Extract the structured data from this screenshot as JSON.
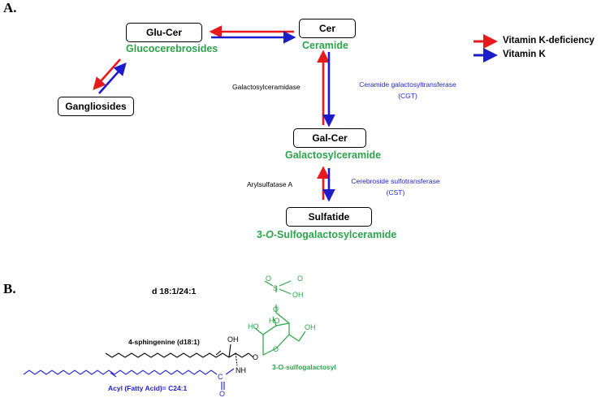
{
  "panel_a": {
    "label": "A.",
    "nodes": {
      "glucer": {
        "box": "Glu-Cer",
        "name": "Glucocerebrosides"
      },
      "cer": {
        "box": "Cer",
        "name": "Ceramide"
      },
      "gang": {
        "box": "Gangliosides"
      },
      "galcer": {
        "box": "Gal-Cer",
        "name": "Galactosylceramide"
      },
      "sulfatide": {
        "box": "Sulfatide",
        "name_prefix": "3-",
        "name_italic": "O",
        "name_suffix": "-Sulfogalactosylceramide"
      }
    },
    "enzymes": {
      "galactosylceramidase": "Galactosylceramidase",
      "cgt_line1": "Ceramide galactosyltransferase",
      "cgt_line2": "(CGT)",
      "arylsulfatase": "Arylsulfatase A",
      "cst_line1": "Cerebroside sulfotransferase",
      "cst_line2": "(CST)"
    },
    "legend": {
      "deficiency": "Vitamin K-deficiency",
      "vitamin_k": "Vitamin K",
      "colors": {
        "deficiency": "#e8191c",
        "vitamin_k": "#1c1ccc"
      }
    }
  },
  "panel_b": {
    "label": "B.",
    "species": "d 18:1/24:1",
    "sphingenine_label": "4-sphingenine (d18:1)",
    "sulfogal_label": "3-O-sulfogalactosyl",
    "acyl_label": "Acyl (Fatty Acid)= C24:1",
    "atoms": {
      "o": "O",
      "s": "S",
      "oh": "OH",
      "ho": "HO",
      "nh": "NH",
      "c": "C"
    },
    "colors": {
      "sulfo": "#2ca34a",
      "acyl": "#1f1fd1",
      "sphingo": "#000000"
    }
  }
}
